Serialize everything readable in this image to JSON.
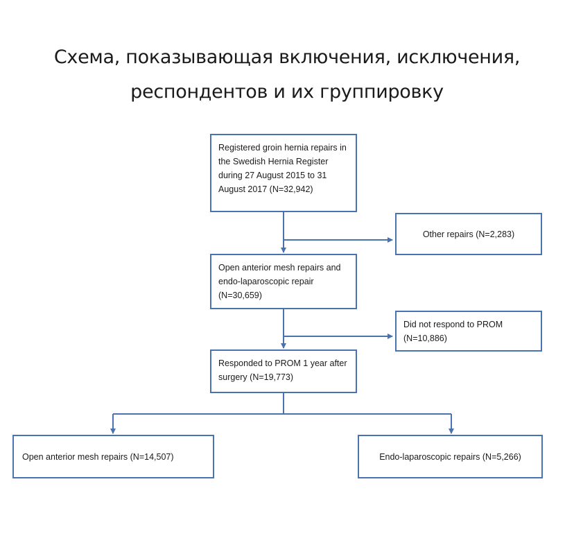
{
  "title": {
    "line1": "Схема, показывающая включения, исключения,",
    "line2": "респондентов и их группировку"
  },
  "flow": {
    "registered": "Registered groin hernia repairs in the Swedish Hernia Register during 27 August 2015 to 31 August 2017 (N=32,942)",
    "other_repairs": "Other repairs (N=2,283)",
    "open_and_endo": "Open anterior mesh repairs and endo-laparoscopic repair (N=30,659)",
    "did_not_respond": "Did not respond to PROM (N=10,886)",
    "responded": "Responded to PROM 1 year after surgery (N=19,773)",
    "open_anterior": "Open anterior mesh repairs (N=14,507)",
    "endo_laparoscopic": "Endo-laparoscopic repairs (N=5,266)"
  },
  "colors": {
    "box_border": "#4a72b0",
    "connector": "#4a72b0",
    "text": "#1a1a1a"
  }
}
